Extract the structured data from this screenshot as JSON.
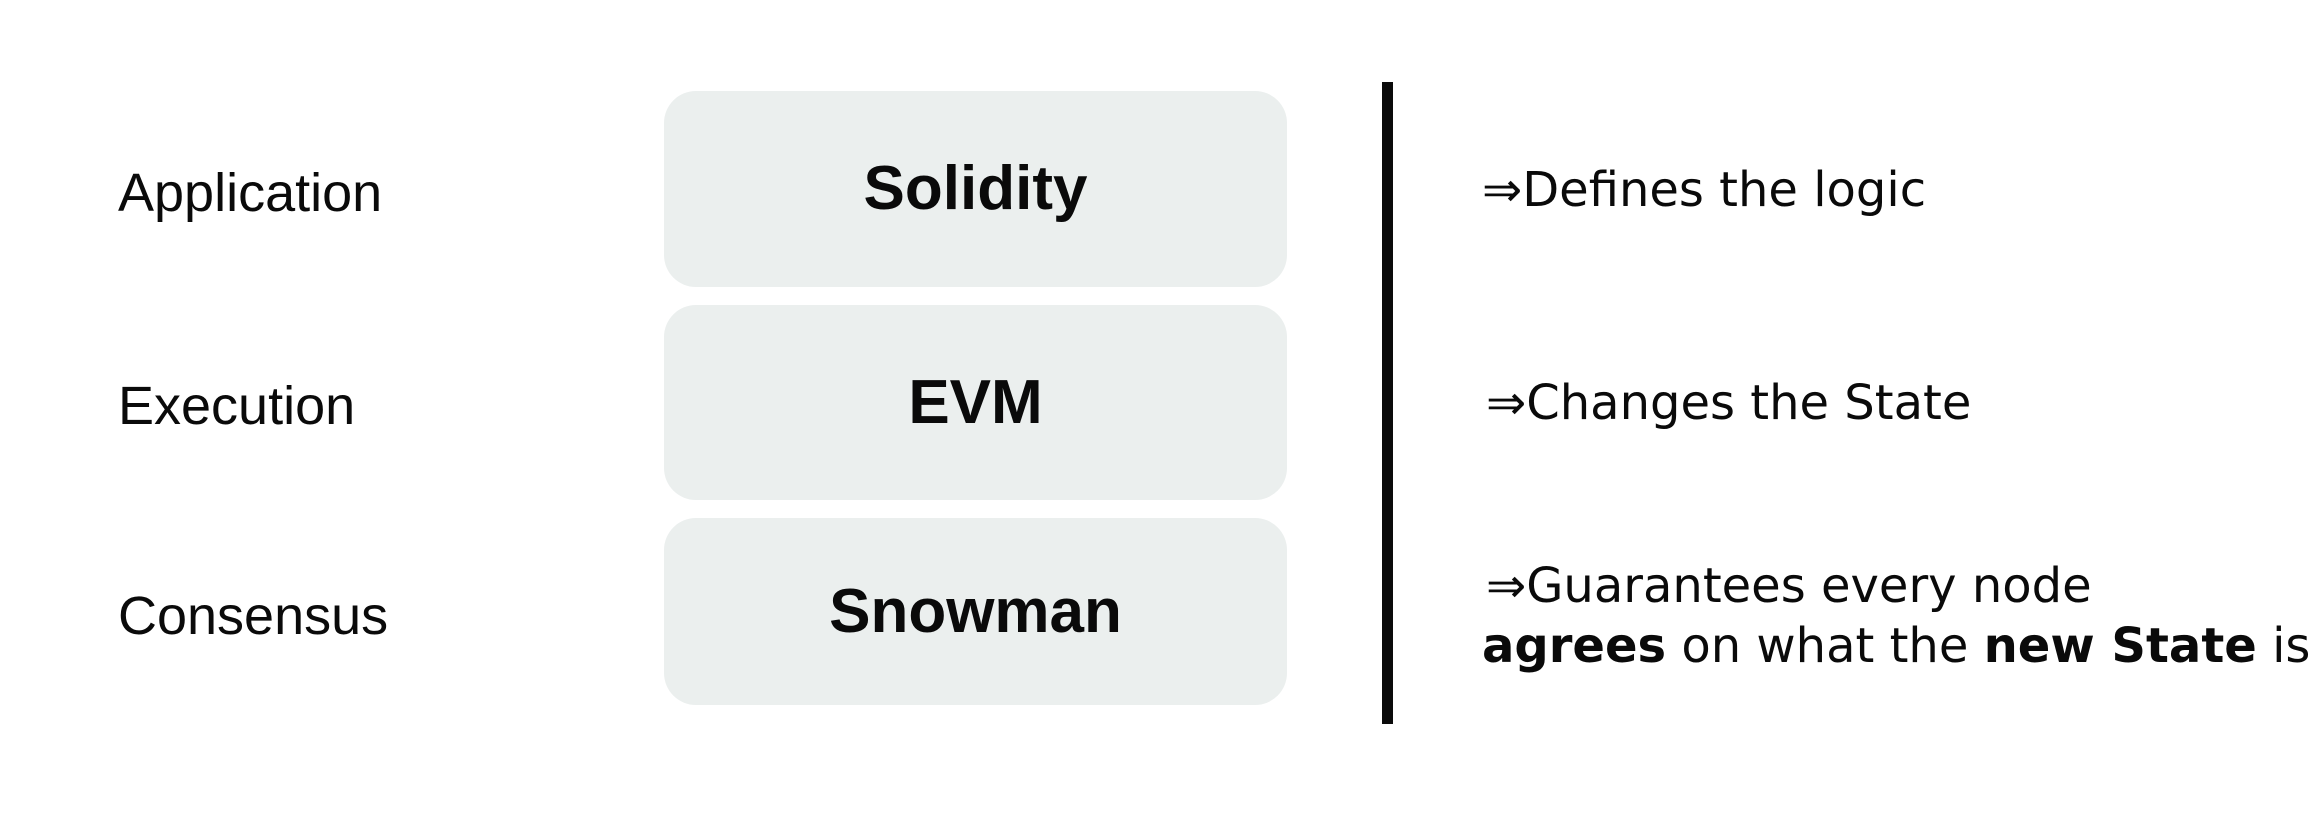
{
  "layers": [
    {
      "label": "Application",
      "component": "Solidity",
      "description": "⇒Defines the logic"
    },
    {
      "label": "Execution",
      "component": "EVM",
      "description": "⇒Changes the State"
    },
    {
      "label": "Consensus",
      "component": "Snowman",
      "description": "⇒Guarantees every node",
      "description_line2": {
        "part1": "agrees",
        "part2": " on what the ",
        "part3": "new State",
        "part4": " is"
      }
    }
  ],
  "colors": {
    "box_fill": "#ebefee",
    "text": "#0a0a0a",
    "divider": "#0a0a0a",
    "background": "#ffffff"
  }
}
